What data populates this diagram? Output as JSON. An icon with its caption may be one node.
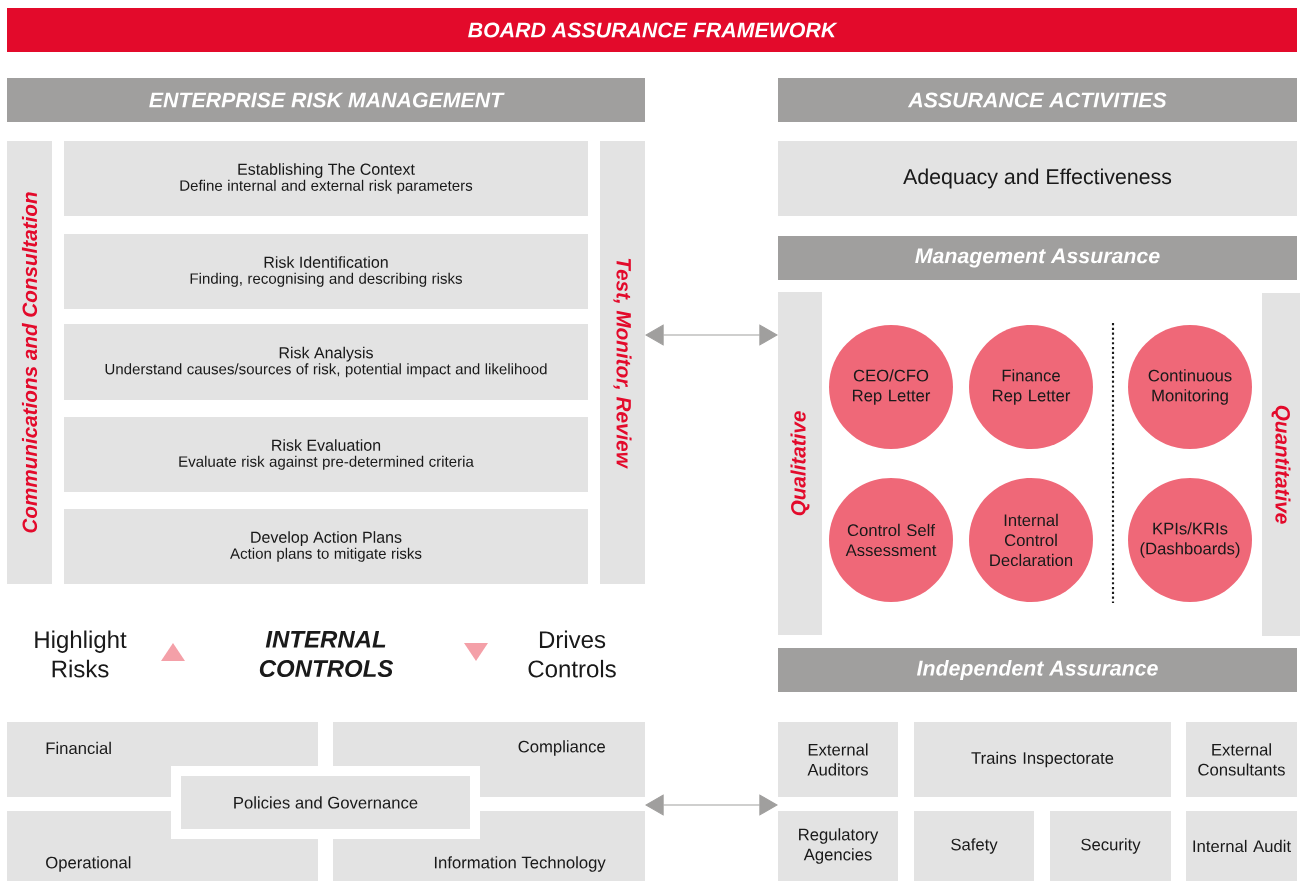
{
  "diagram": {
    "nodes": [
      {
        "text": [
          "BOARD ASSURANCE FRAMEWORK"
        ]
      },
      {
        "text": [
          "ENTERPRISE RISK MANAGEMENT"
        ]
      },
      {
        "text": [
          "Communications and Consultation"
        ]
      },
      {
        "text": [
          "Establishing The Context",
          "Define internal and external risk parameters"
        ]
      },
      {
        "text": [
          "Risk Identification",
          "Finding, recognising and describing risks"
        ]
      },
      {
        "text": [
          "Risk Analysis",
          "Understand causes/sources of risk, potential impact and likelihood"
        ]
      },
      {
        "text": [
          "Risk Evaluation",
          "Evaluate risk against pre-determined criteria"
        ]
      },
      {
        "text": [
          "Develop Action Plans",
          "Action plans to mitigate risks"
        ]
      },
      {
        "text": [
          "Test, Monitor, Review"
        ]
      },
      {
        "text": [
          "ASSURANCE ACTIVITIES"
        ]
      },
      {
        "text": [
          "Adequacy and Effectiveness"
        ]
      },
      {
        "text": [
          "Management Assurance"
        ]
      },
      {
        "text": [
          "Qualitative"
        ]
      },
      {
        "text": [
          "CEO/CFO Rep Letter"
        ]
      },
      {
        "text": [
          "Finance Rep Letter"
        ]
      },
      {
        "text": [
          "Continuous Monitoring"
        ]
      },
      {
        "text": [
          "Control Self Assessment"
        ]
      },
      {
        "text": [
          "Internal Control Declaration"
        ]
      },
      {
        "text": [
          "KPIs/KRIs (Dashboards)"
        ]
      },
      {
        "text": [
          "Quantitative"
        ]
      },
      {
        "text": [
          "Independent Assurance"
        ]
      },
      {
        "text": [
          "Financial"
        ]
      },
      {
        "text": [
          "Compliance"
        ]
      },
      {
        "text": [
          "Operational"
        ]
      },
      {
        "text": [
          "Information Technology"
        ]
      },
      {
        "text": [
          "Policies and Governance"
        ]
      },
      {
        "text": [
          "External Auditors"
        ]
      },
      {
        "text": [
          "Trains Inspectorate"
        ]
      },
      {
        "text": [
          "External Consultants"
        ]
      },
      {
        "text": [
          "Regulatory Agencies"
        ]
      },
      {
        "text": [
          "Safety"
        ]
      },
      {
        "text": [
          "Security"
        ]
      },
      {
        "text": [
          "Internal Audit"
        ]
      }
    ],
    "edges": [
      {
        "from": 8,
        "to": 12,
        "arrow": "both"
      },
      {
        "from": 22,
        "to": 26,
        "arrow": "both"
      }
    ],
    "labels": [
      "Highlight Risks",
      "INTERNAL CONTROLS",
      "Drives Controls"
    ]
  }
}
